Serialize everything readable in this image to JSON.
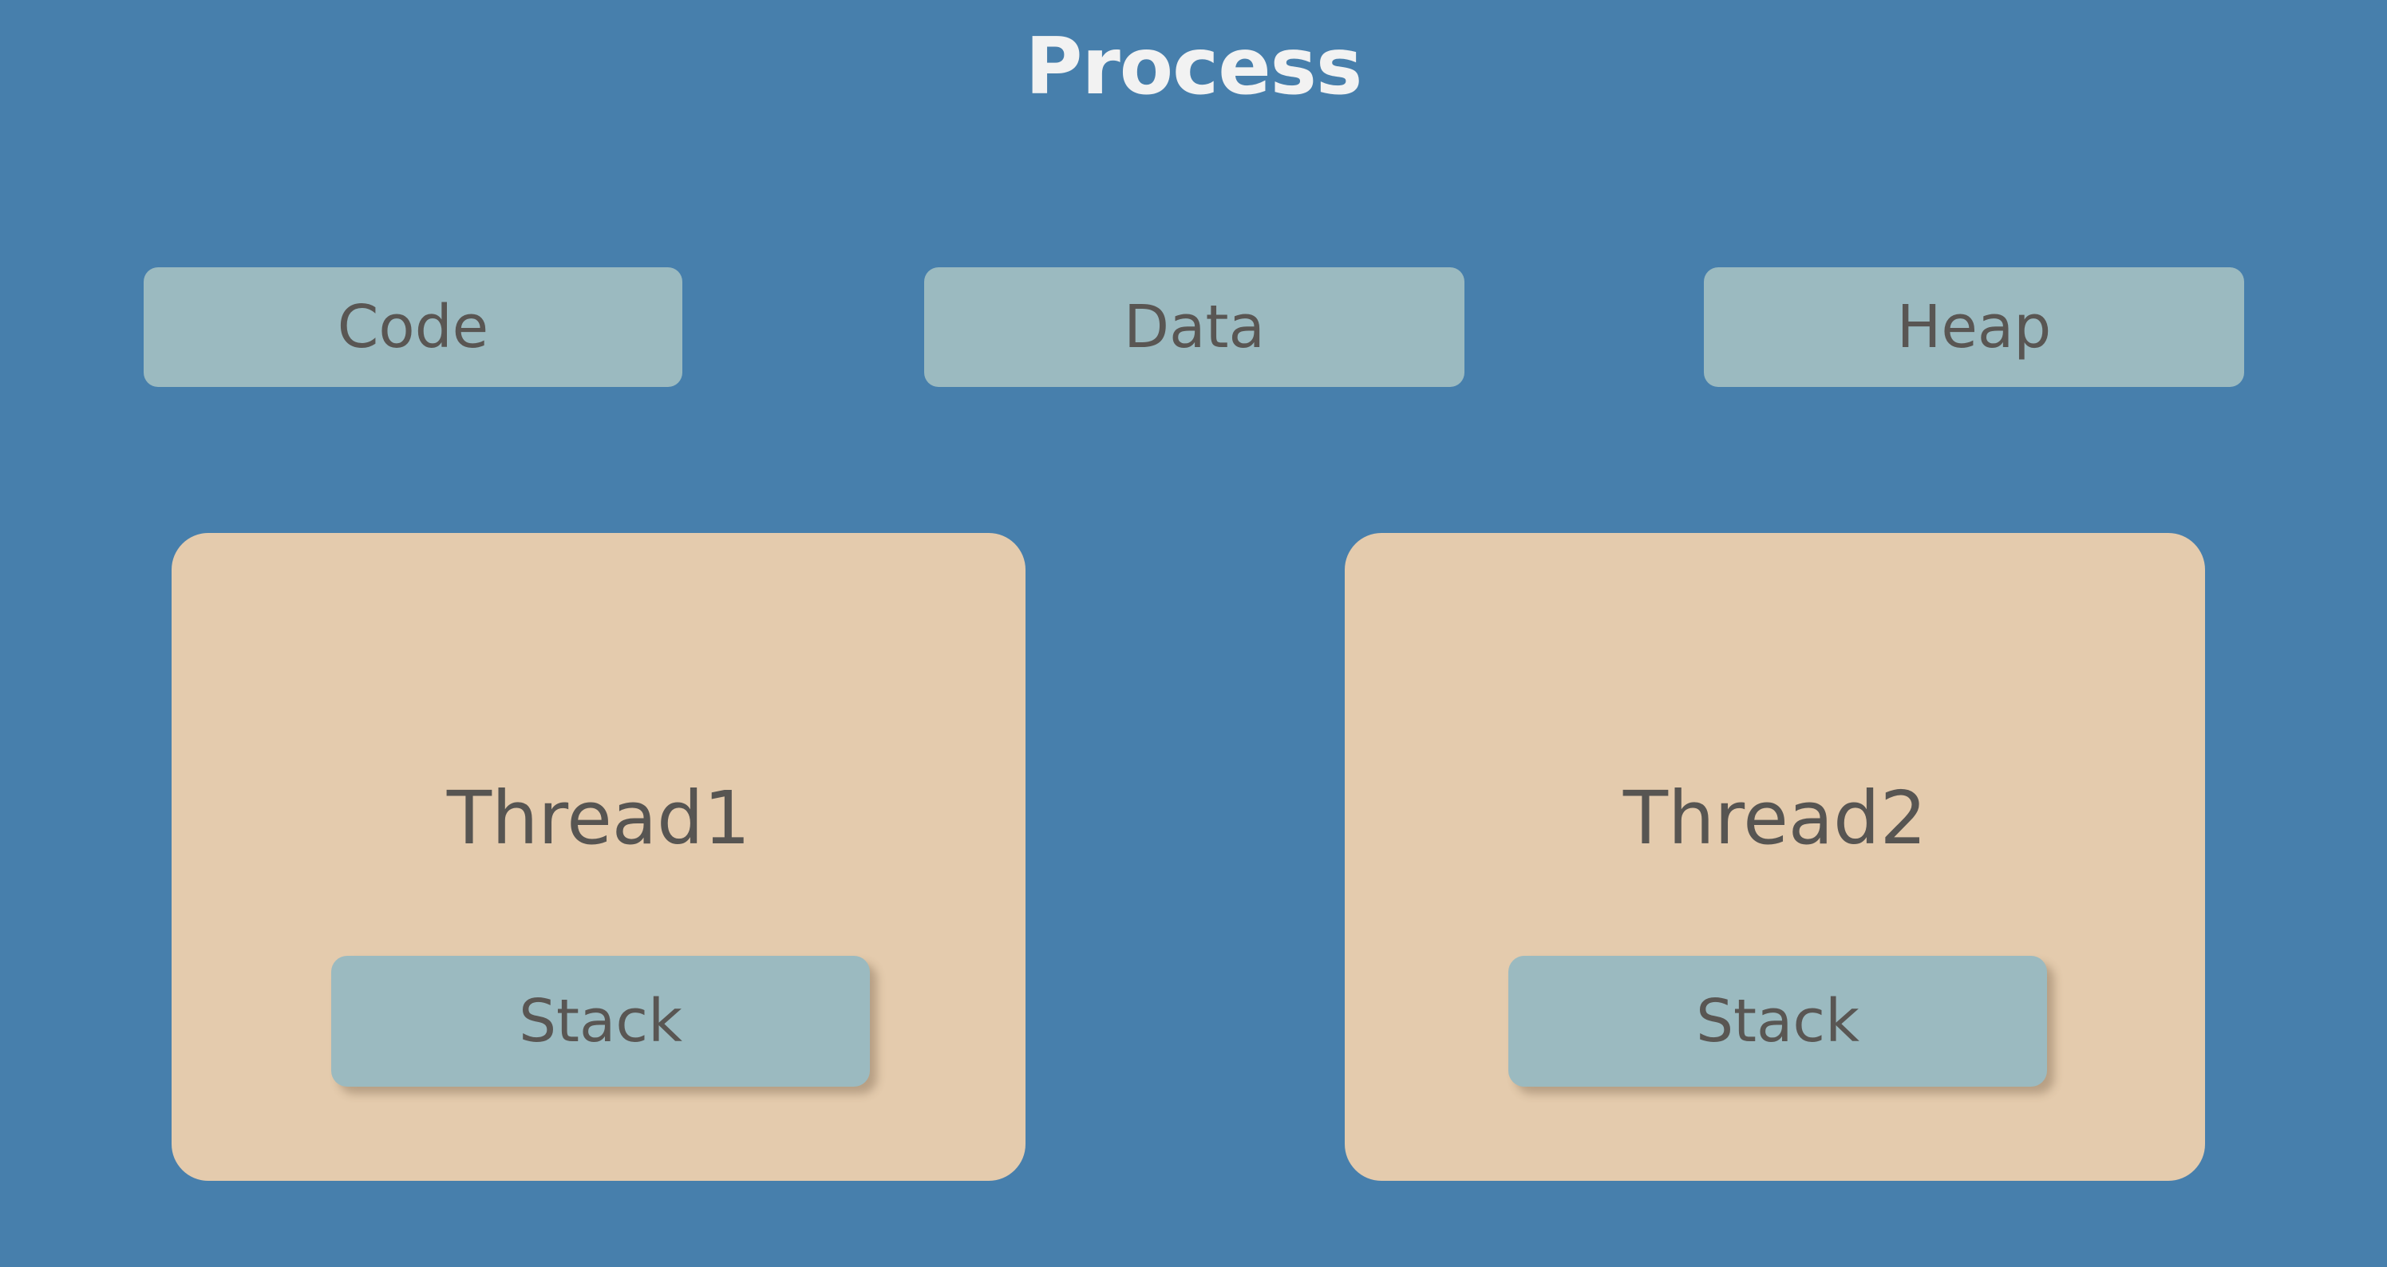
{
  "diagram": {
    "title": "Process",
    "background_color": "#477FAC",
    "title_color": "#F2F2F2"
  },
  "segments": [
    {
      "label": "Code",
      "color": "#9BBAC0",
      "text_color": "#595653"
    },
    {
      "label": "Data",
      "color": "#9BBAC0",
      "text_color": "#595653"
    },
    {
      "label": "Heap",
      "color": "#9BBAC0",
      "text_color": "#595653"
    }
  ],
  "threads": [
    {
      "label": "Thread1",
      "color": "#E4CBAD",
      "text_color": "#575552",
      "stack": {
        "label": "Stack",
        "color": "#9BBAC0",
        "text_color": "#595653"
      }
    },
    {
      "label": "Thread2",
      "color": "#E4CBAD",
      "text_color": "#575552",
      "stack": {
        "label": "Stack",
        "color": "#9BBAC0",
        "text_color": "#595653"
      }
    }
  ]
}
